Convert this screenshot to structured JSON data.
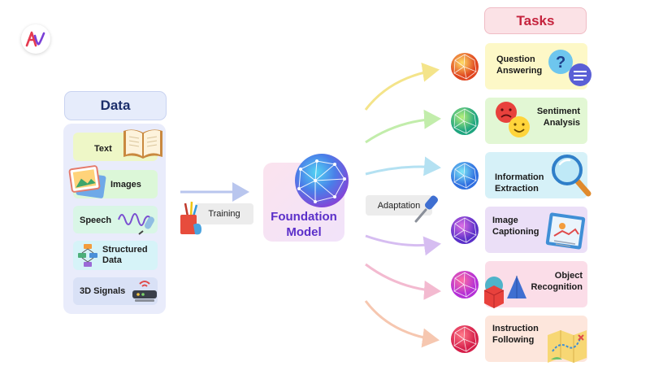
{
  "data": {
    "title": "Data",
    "items": [
      {
        "label": "Text",
        "bg": "#eef7c7"
      },
      {
        "label": "Images",
        "bg": "#dcf7d8"
      },
      {
        "label": "Speech",
        "bg": "#d9f6e6"
      },
      {
        "label": "Structured Data",
        "bg": "#d6f3f8"
      },
      {
        "label": "3D Signals",
        "bg": "#d9e1f6"
      }
    ]
  },
  "training_label": "Training",
  "foundation_model": {
    "line1": "Foundation",
    "line2": "Model"
  },
  "adaptation_label": "Adaptation",
  "tasks": {
    "title": "Tasks",
    "items": [
      {
        "label": "Question Answering",
        "bg": "#fdf8c7",
        "arrow": "#f7ea93"
      },
      {
        "label": "Sentiment Analysis",
        "bg": "#e2f7d4",
        "arrow": "#c7efb2"
      },
      {
        "label": "Information Extraction",
        "bg": "#d6f1f8",
        "arrow": "#b8e4f3"
      },
      {
        "label": "Image Captioning",
        "bg": "#ebdff7",
        "arrow": "#d8c2f2"
      },
      {
        "label": "Object Recognition",
        "bg": "#fbdde8",
        "arrow": "#f5bfd4"
      },
      {
        "label": "Instruction Following",
        "bg": "#fde6dc",
        "arrow": "#f8ccb6"
      }
    ]
  },
  "colors": {
    "brand": "#5b2fc9",
    "tasks_title": "#c5233d",
    "data_title": "#1b2e6b"
  }
}
